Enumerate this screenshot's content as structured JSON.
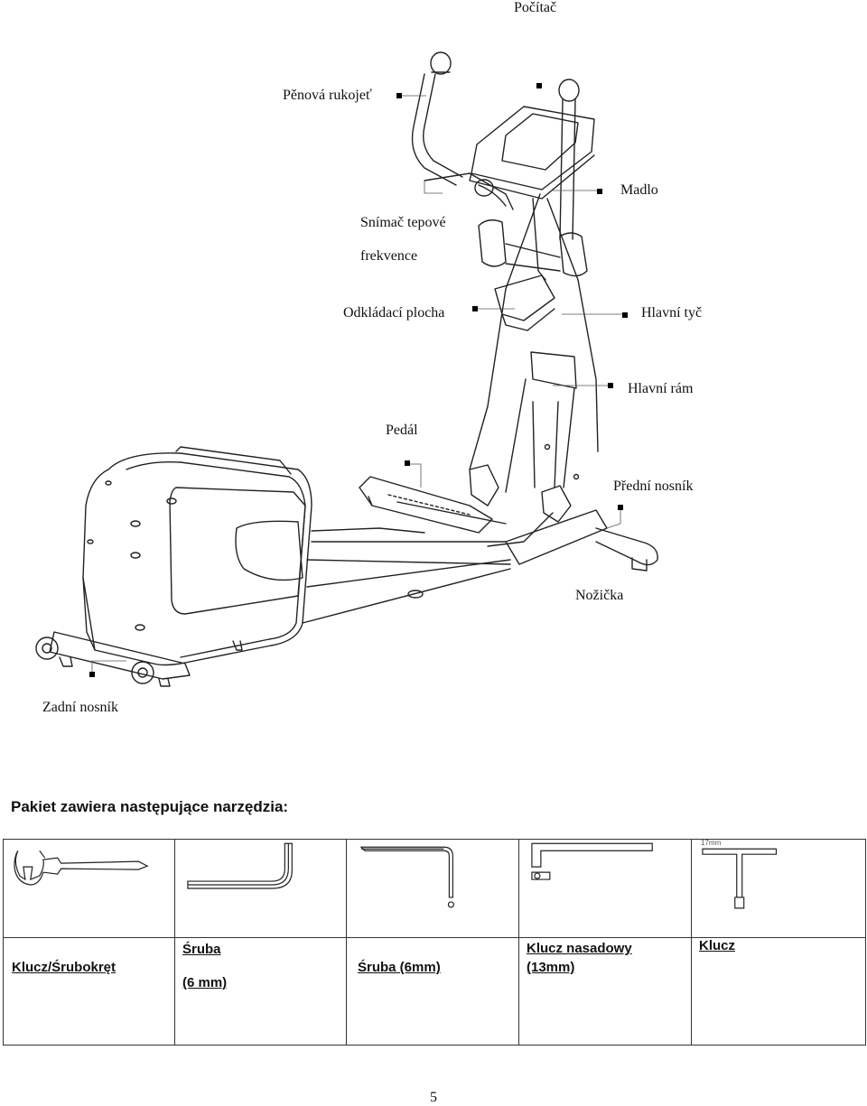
{
  "header": {
    "label": "Počítač"
  },
  "diagram_labels": {
    "foam_grip": "Pěnová rukojeť",
    "handlebar": "Madlo",
    "pulse_sensor_1": "Snímač tepové",
    "pulse_sensor_2": "frekvence",
    "tray": "Odkládací plocha",
    "main_post": "Hlavní tyč",
    "main_frame": "Hlavní rám",
    "pedal": "Pedál",
    "front_support": "Přední nosník",
    "foot": "Nožička",
    "rear_support": "Zadní nosník"
  },
  "tools_section": {
    "heading": "Pakiet zawiera następujące narzędzia:",
    "tools": [
      {
        "icon": "wrench-screwdriver-icon",
        "lines": [
          "Klucz/Śrubokręt"
        ]
      },
      {
        "icon": "hex-key-6mm-icon",
        "lines": [
          "Śruba",
          "(6 mm)"
        ]
      },
      {
        "icon": "hex-key-long-icon",
        "lines": [
          "Śruba (6mm)"
        ]
      },
      {
        "icon": "socket-wrench-icon",
        "lines": [
          "Klucz nasadowy",
          "(13mm)"
        ]
      },
      {
        "icon": "t-wrench-icon",
        "lines": [
          "Klucz"
        ],
        "marking": "17mm"
      }
    ]
  },
  "page_number": "5"
}
